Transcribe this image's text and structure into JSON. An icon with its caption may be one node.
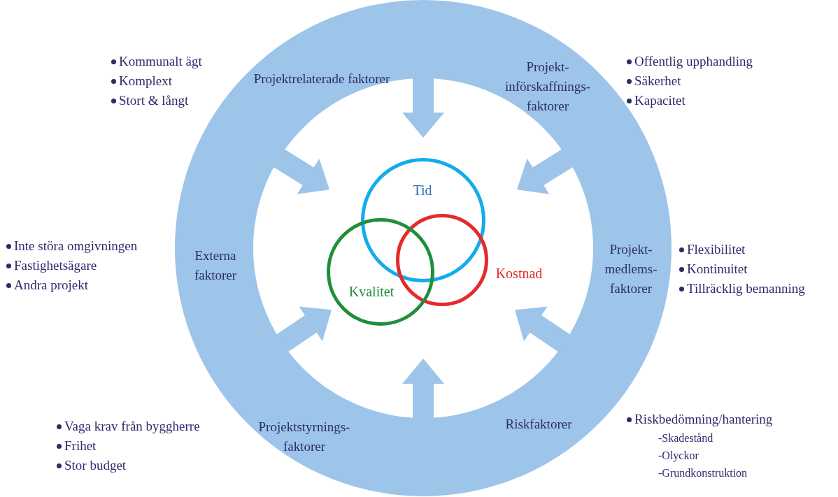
{
  "diagram": {
    "nodes": [
      {
        "text": [],
        "shape": "circle"
      },
      {
        "text": [
          "Projektrelaterade faktorer"
        ],
        "in": 0,
        "beside": [
          "Kommunalt ägt",
          "Komplext",
          "Stort & långt"
        ]
      },
      {
        "text": [
          "Projekt- införskaffnings- faktorer"
        ],
        "in": 0,
        "beside": [
          "Offentlig upphandling",
          "Säkerhet",
          "Kapacitet"
        ]
      },
      {
        "text": [
          "Externa faktorer"
        ],
        "in": 0,
        "beside": [
          "Inte störa omgivningen",
          "Fastighetsägare",
          "Andra projekt"
        ]
      },
      {
        "text": [
          "Projekt- medlems- faktorer"
        ],
        "in": 0,
        "beside": [
          "Flexibilitet",
          "Kontinuitet",
          "Tillräcklig bemanning"
        ]
      },
      {
        "text": [
          "Projektstyrnings- faktorer"
        ],
        "in": 0,
        "beside": [
          "Vaga krav från byggherre",
          "Frihet",
          "Stor budget"
        ]
      },
      {
        "text": [
          "Riskfaktorer"
        ],
        "in": 0,
        "beside": [
          "Riskbedömning/hantering",
          "-Skadestånd",
          "-Olyckor",
          "-Grundkonstruktion"
        ]
      },
      {
        "text": [
          "Tid"
        ],
        "in": 0
      },
      {
        "text": [
          "Kostnad"
        ],
        "in": 0
      },
      {
        "text": [
          "Kvalitet"
        ],
        "in": 0
      }
    ]
  }
}
